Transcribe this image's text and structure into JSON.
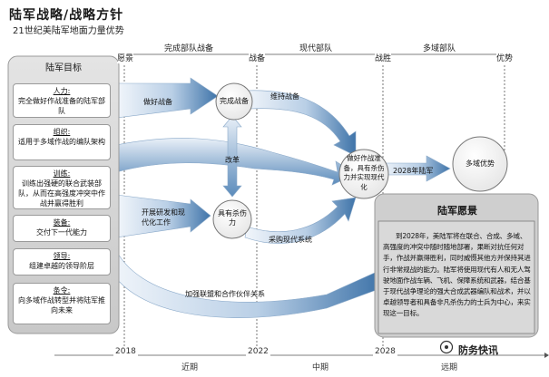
{
  "title": "陆军战略/战略方针",
  "subtitle": "21世纪美陆军地面力量优势",
  "phase_headers": [
    "完成部队战备",
    "现代部队",
    "多域部队"
  ],
  "milestones": [
    "愿景",
    "战备",
    "战胜",
    "优势"
  ],
  "timeline": {
    "years": [
      "2018",
      "2022",
      "2028"
    ],
    "periods": [
      "近期",
      "中期",
      "远期"
    ]
  },
  "goals_panel": {
    "title": "陆军目标",
    "items": [
      {
        "label": "人力:",
        "text": "完全做好作战准备的陆军部队"
      },
      {
        "label": "组织:",
        "text": "适用于多域作战的编队架构"
      },
      {
        "label": "训练:",
        "text": "训练出强硬的联合武装部队，从而在高强度冲突中作战并赢得胜利"
      },
      {
        "label": "装备:",
        "text": "交付下一代能力"
      },
      {
        "label": "领导:",
        "text": "组建卓越的领导阶层"
      },
      {
        "label": "条令:",
        "text": "向多域作战转型并将陆军推向未来"
      }
    ]
  },
  "flow_labels": {
    "prepare": "做好战备",
    "maintain": "维持战备",
    "reform": "改革",
    "develop": "开展研发和现代化工作",
    "procure": "采购现代系统",
    "partners": "加强联盟和合作伙伴关系",
    "army2028": "2028年陆军"
  },
  "circles": {
    "readiness": "完成战备",
    "lethal": "具有杀伤力",
    "modern": "做好作战准备，具有杀伤力并实现现代化",
    "multidomain": "多域优势"
  },
  "vision": {
    "title": "陆军愿景",
    "text": "到2028年，美陆军将在联合、合成、多域、高强度的冲突中随时随地部署，果断对抗任何对手，作战并赢得胜利，同时威慑其他方并保持其进行非常规战的能力。陆军将使用现代有人和无人驾驶地面作战车辆、飞机、保障系统和武器，结合基于现代战争理论的强大合成武器编队和战术，并以卓越领导者和具备非凡杀伤力的士兵为中心，来实现这一目标。"
  },
  "watermark": "防务快讯",
  "colors": {
    "arrow_light": "#dde8f3",
    "arrow_dark": "#4c7fb1",
    "panel_grey": "#d4d4d4",
    "vision_grey": "#cfcfcf"
  }
}
